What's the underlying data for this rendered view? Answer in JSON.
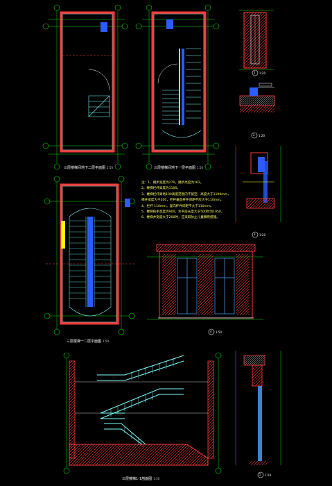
{
  "captions": {
    "plan_a": "三层楼梯间地下二层平面图",
    "plan_b": "三层楼梯间地下一层平面图",
    "plan_c": "三层楼梯一二层平面图",
    "section": "三层楼梯1-1剖面图",
    "scale": "1:50"
  },
  "notes": [
    "注：1、踏步宽度为270，踏步高度为162。",
    "2、楼梯栏杆高度为1100。",
    "3、楼梯栏杆离地100高度范围内不留空，高度大于1100mm，",
    "梯井宽度大于200，栏杆垂直杆件间距不应大于110mm。",
    "4、栏杆 110mm，竖向杆件间距不大于110mm。",
    "5、楼梯扶手高度为900，水平段长度大于500时为1050。",
    "6、楼梯井宽度大于200时，应采取防止儿童攀爬措施。"
  ],
  "details": {
    "d1": "1",
    "d2": "2",
    "d3": "3",
    "d4": "4",
    "d5": "5",
    "d1_scale": "1:20",
    "d2_scale": "1:20",
    "d3_scale": "1:20",
    "d4_scale": "1:50",
    "d5_scale": "1:20"
  },
  "colors": {
    "wall": "#ff3b3b",
    "grid": "#00e000",
    "stair": "#7fffff",
    "highlight": "#ffff00",
    "text": "#ffffff",
    "notes": "#ffff66"
  }
}
